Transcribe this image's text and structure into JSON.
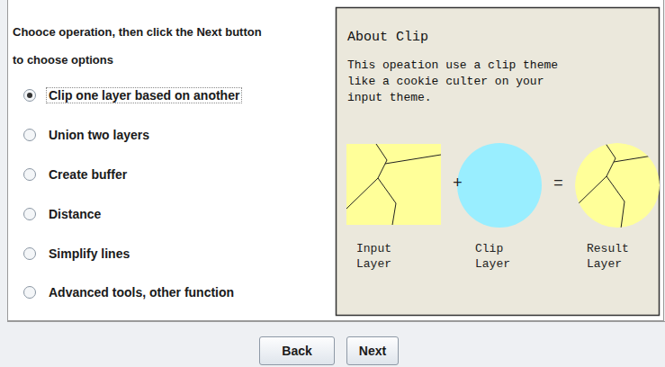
{
  "diagram": {
    "nodes": [
      {
        "text": [
          "Chooce operation, then click the Next button to choose options",
          "Clip one layer based on another",
          "Union two layers",
          "Create buffer",
          "Distance",
          "Simplify lines",
          "Advanced tools, other function"
        ]
      },
      {
        "text": [
          "About Clip",
          "This opeation use a clip theme like a cookie culter on your input theme."
        ]
      },
      {
        "text": [
          "Back"
        ]
      },
      {
        "text": [
          "Next"
        ]
      }
    ],
    "labels": [
      "Input Layer",
      "+",
      "Clip Layer",
      "=",
      "Result Layer"
    ]
  }
}
